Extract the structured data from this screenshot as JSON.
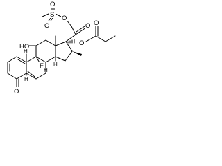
{
  "molecule": {
    "atoms": {
      "ring_ketone_oxygen": "O",
      "hydroxyl": "HO",
      "fluorine": "F",
      "h_c9": "H",
      "h_c8": "H",
      "h_c14": "H",
      "methyl_c10": "H",
      "ester_oxygen": "O",
      "ester_carbonyl_oxygen": "O",
      "c20_ketone_oxygen": "O",
      "mesylate_ester_oxygen": "O",
      "sulfur": "S",
      "sulfonyl_oxygen_top": "O",
      "sulfonyl_oxygen_left": "O"
    }
  }
}
